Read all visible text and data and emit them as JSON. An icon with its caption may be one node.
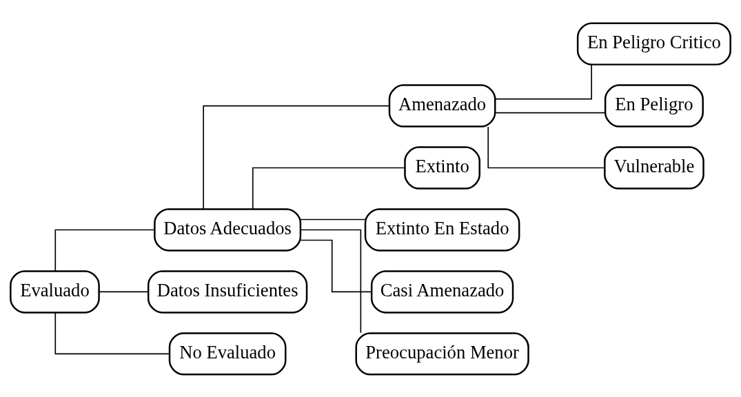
{
  "diagram": {
    "nodes": [
      {
        "text": [
          "Evaluado"
        ]
      },
      {
        "text": [
          "Datos Adecuados"
        ]
      },
      {
        "text": [
          "Amenazado"
        ]
      },
      {
        "text": [
          "Extinto"
        ]
      },
      {
        "text": [
          "Extinto En Estado"
        ]
      },
      {
        "text": [
          "En Peligro Critico"
        ]
      },
      {
        "text": [
          "En Peligro"
        ]
      },
      {
        "text": [
          "Vulnerable"
        ]
      },
      {
        "text": [
          "Casi Amenazado"
        ]
      },
      {
        "text": [
          "Preocupación Menor"
        ]
      },
      {
        "text": [
          "Datos Insuficientes"
        ]
      },
      {
        "text": [
          "No Evaluado"
        ]
      }
    ],
    "edges": [
      {
        "from": 0,
        "to": 1,
        "arrow": "none"
      },
      {
        "from": 0,
        "to": 10,
        "arrow": "none"
      },
      {
        "from": 0,
        "to": 11,
        "arrow": "none"
      },
      {
        "from": 1,
        "to": 3,
        "arrow": "none"
      },
      {
        "from": 1,
        "to": 4,
        "arrow": "none"
      },
      {
        "from": 1,
        "to": 2,
        "arrow": "none"
      },
      {
        "from": 1,
        "to": 8,
        "arrow": "none"
      },
      {
        "from": 1,
        "to": 9,
        "arrow": "none"
      },
      {
        "from": 2,
        "to": 5,
        "arrow": "none"
      },
      {
        "from": 2,
        "to": 6,
        "arrow": "none"
      },
      {
        "from": 2,
        "to": 7,
        "arrow": "none"
      }
    ]
  }
}
